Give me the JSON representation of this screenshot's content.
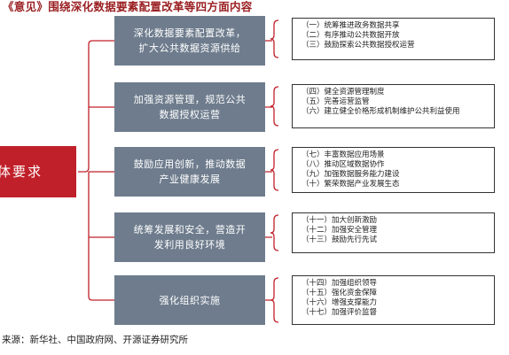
{
  "title": "《意见》围绕深化数据要素配置改革等四方面内容",
  "root": {
    "label": "体要求"
  },
  "branches": [
    {
      "label": "深化数据要素配置改革，\n扩大公共数据资源供给",
      "items": [
        "（一）统筹推进政务数据共享",
        "（二）有序推动公共数据开放",
        "（三）鼓励探索公共数据授权运营"
      ]
    },
    {
      "label": "加强资源管理，规范公共\n数据授权运营",
      "items": [
        "（四）健全资源管理制度",
        "（五）完善运营监管",
        "（六）建立健全价格形成机制维护公共利益使用"
      ]
    },
    {
      "label": "鼓励应用创新，推动数据\n产业健康发展",
      "items": [
        "（七）丰富数据应用场景",
        "（八）推动区域数据协作",
        "（九）加强数据服务能力建设",
        "（十）繁荣数据产业发展生态"
      ]
    },
    {
      "label": "统筹发展和安全，营造开\n发利用良好环境",
      "items": [
        "（十一）加大创新激励",
        "（十二）加强安全管理",
        "（十三）鼓励先行先试"
      ]
    },
    {
      "label": "强化组织实施",
      "items": [
        "（十四）加强组织领导",
        "（十五）强化资金保障",
        "（十六）增强支撑能力",
        "（十七）加强评价监督"
      ]
    }
  ],
  "source": "来源：新华社、中国政府网、开源证券研究所",
  "colors": {
    "title": "#9a1f22",
    "root": "#c0202a",
    "branch": "#6e7c8d",
    "connector": "#c0202a"
  }
}
